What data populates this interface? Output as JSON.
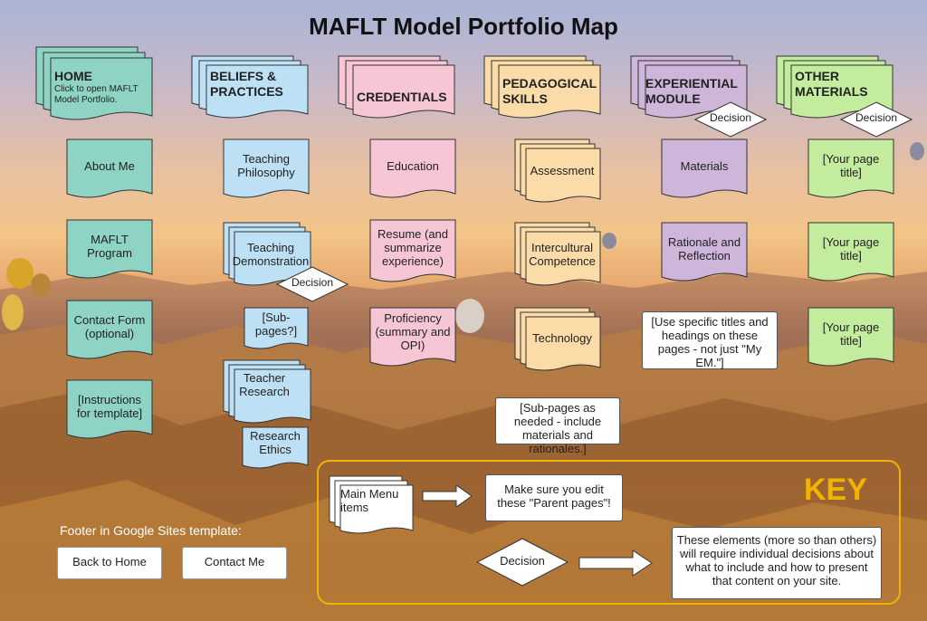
{
  "title": "MAFLT Model Portfolio Map",
  "headers": [
    {
      "label": "HOME",
      "sub": "Click to open MAFLT Model Portfolio.",
      "color": "#8ed3c3"
    },
    {
      "label": "BELIEFS & PRACTICES",
      "sub": "",
      "color": "#bde0f5"
    },
    {
      "label": "CREDENTIALS",
      "sub": "",
      "color": "#f7c6d4"
    },
    {
      "label": "PEDAGOGICAL SKILLS",
      "sub": "",
      "color": "#fbdba8"
    },
    {
      "label": "EXPERIENTIAL MODULE",
      "sub": "",
      "color": "#cdb6da"
    },
    {
      "label": "OTHER MATERIALS",
      "sub": "",
      "color": "#c3ec9f"
    }
  ],
  "decision_label": "Decision",
  "pages": {
    "home": [
      "About Me",
      "MAFLT Program",
      "Contact Form (optional)",
      "[Instructions for template]"
    ],
    "beliefs": [
      "Teaching Philosophy",
      "Teaching Demonstration",
      "[Sub-pages?]",
      "Teacher Research",
      "Research Ethics"
    ],
    "credentials": [
      "Education",
      "Resume (and summarize experience)",
      "Proficiency (summary and OPI)"
    ],
    "pedagogical": [
      "Assessment",
      "Intercultural Competence",
      "Technology"
    ],
    "experiential": [
      "Materials",
      "Rationale and Reflection"
    ],
    "other": [
      "[Your page title]",
      "[Your page title]",
      "[Your page title]"
    ]
  },
  "notes": {
    "specific_titles": "[Use specific titles and headings on these pages - not just \"My EM.\"]",
    "subpages": "[Sub-pages as needed - include materials and rationales.]"
  },
  "footer": {
    "label": "Footer in Google Sites template:",
    "back_home": "Back to Home",
    "contact": "Contact Me"
  },
  "key": {
    "title": "KEY",
    "main_menu": "Main Menu items",
    "parent_note": "Make sure you edit these \"Parent pages\"!",
    "decision": "Decision",
    "decision_note": "These elements (more so than others) will require individual decisions about what to include and how to present that content on your site."
  }
}
